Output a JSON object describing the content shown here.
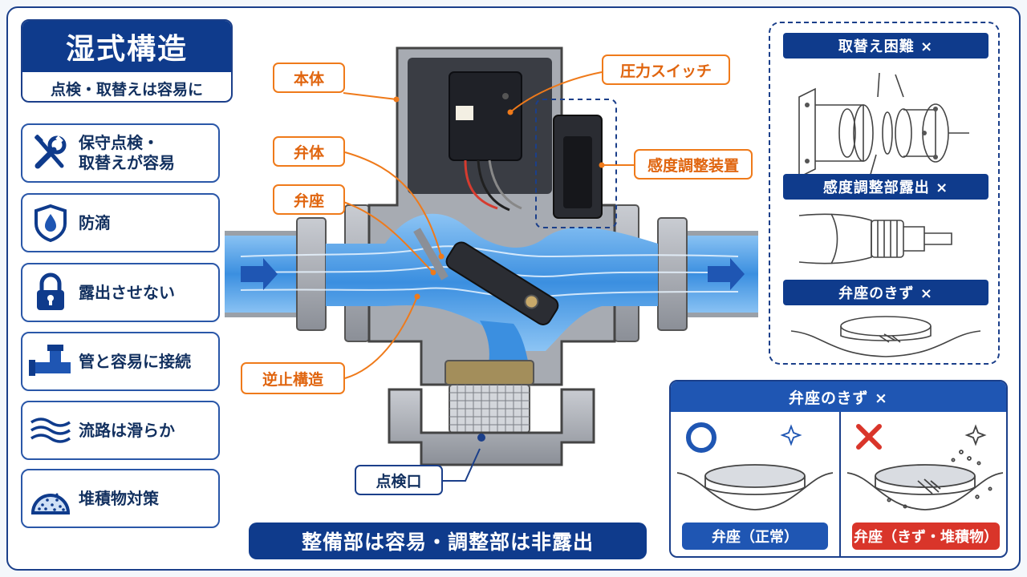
{
  "title": {
    "main": "湿式構造",
    "subtitle": "点検・取替えは容易に"
  },
  "features": [
    {
      "icon": "wrench-screwdriver-icon",
      "label_line1": "保守点検・",
      "label_line2": "取替えが容易"
    },
    {
      "icon": "water-drop-shield-icon",
      "label_line1": "防滴",
      "label_line2": ""
    },
    {
      "icon": "padlock-icon",
      "label_line1": "露出させない",
      "label_line2": ""
    },
    {
      "icon": "pipe-connector-icon",
      "label_line1": "管と容易に接続",
      "label_line2": ""
    },
    {
      "icon": "wavy-flow-icon",
      "label_line1": "流路は滑らか",
      "label_line2": ""
    },
    {
      "icon": "sediment-dome-icon",
      "label_line1": "堆積物対策",
      "label_line2": ""
    }
  ],
  "diagram": {
    "callouts": {
      "body": "本体",
      "valve_body": "弁体",
      "valve_seat": "弁座",
      "check_structure": "逆止構造",
      "pressure_switch": "圧力スイッチ",
      "sensitivity_device": "感度調整装置",
      "inspection_port": "点検口"
    }
  },
  "banner": "整備部は容易・調整部は非露出",
  "right_top": {
    "items": [
      {
        "heading": "取替え困難 ×"
      },
      {
        "heading": "感度調整部露出 ×"
      },
      {
        "heading": "弁座のきず ×"
      }
    ]
  },
  "right_bottom": {
    "heading": "弁座のきず ×",
    "ok_tag": "弁座（正常）",
    "ng_tag": "弁座（きず・堆積物）"
  },
  "colors": {
    "navy": "#0f3b8c",
    "orange": "#ef7a1a",
    "water": "#3b8fe0",
    "red": "#d9352a"
  }
}
